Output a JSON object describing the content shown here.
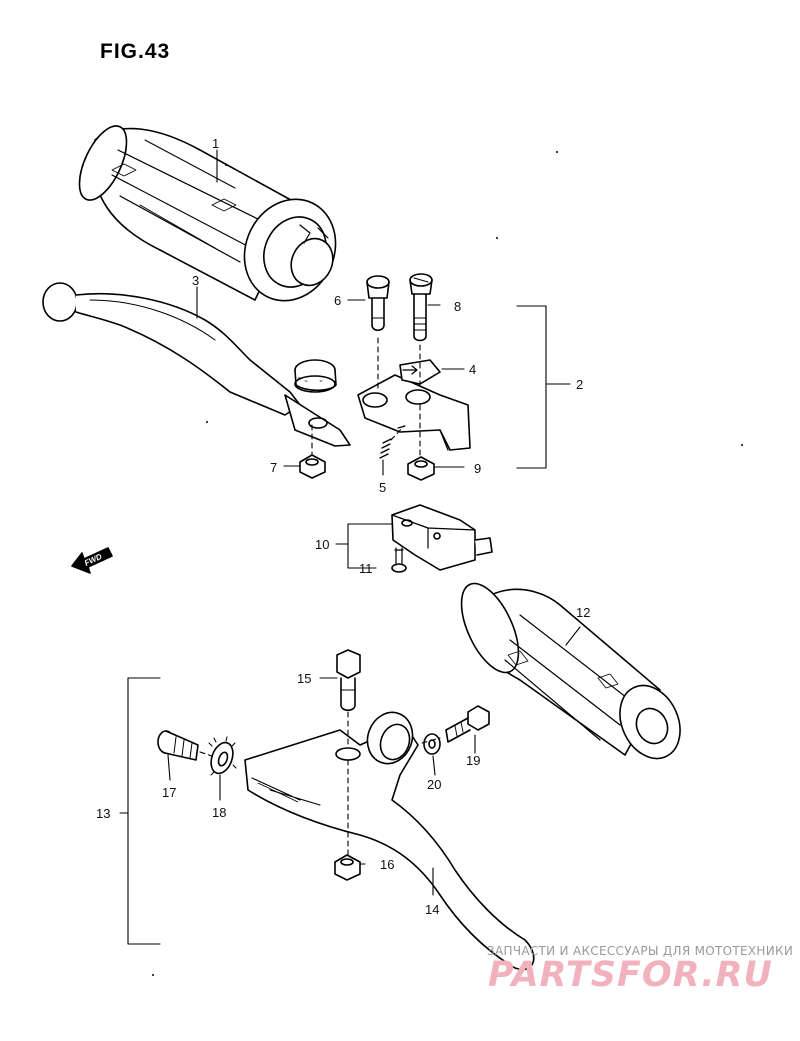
{
  "figure": {
    "title": "FIG.43"
  },
  "callouts": [
    {
      "id": "1",
      "label": "1"
    },
    {
      "id": "2",
      "label": "2"
    },
    {
      "id": "3",
      "label": "3"
    },
    {
      "id": "4",
      "label": "4"
    },
    {
      "id": "5",
      "label": "5"
    },
    {
      "id": "6",
      "label": "6"
    },
    {
      "id": "7",
      "label": "7"
    },
    {
      "id": "8",
      "label": "8"
    },
    {
      "id": "9",
      "label": "9"
    },
    {
      "id": "10",
      "label": "10"
    },
    {
      "id": "11",
      "label": "11"
    },
    {
      "id": "12",
      "label": "12"
    },
    {
      "id": "13",
      "label": "13"
    },
    {
      "id": "14",
      "label": "14"
    },
    {
      "id": "15",
      "label": "15"
    },
    {
      "id": "16",
      "label": "16"
    },
    {
      "id": "17",
      "label": "17"
    },
    {
      "id": "18",
      "label": "18"
    },
    {
      "id": "19",
      "label": "19"
    },
    {
      "id": "20",
      "label": "20"
    }
  ],
  "direction_arrow": {
    "label": "FWD"
  },
  "watermark": {
    "tagline": "ЗАПЧАСТИ И АКСЕССУАРЫ ДЛЯ МОТОТЕХНИКИ",
    "logo": "PARTSFOR.RU"
  }
}
